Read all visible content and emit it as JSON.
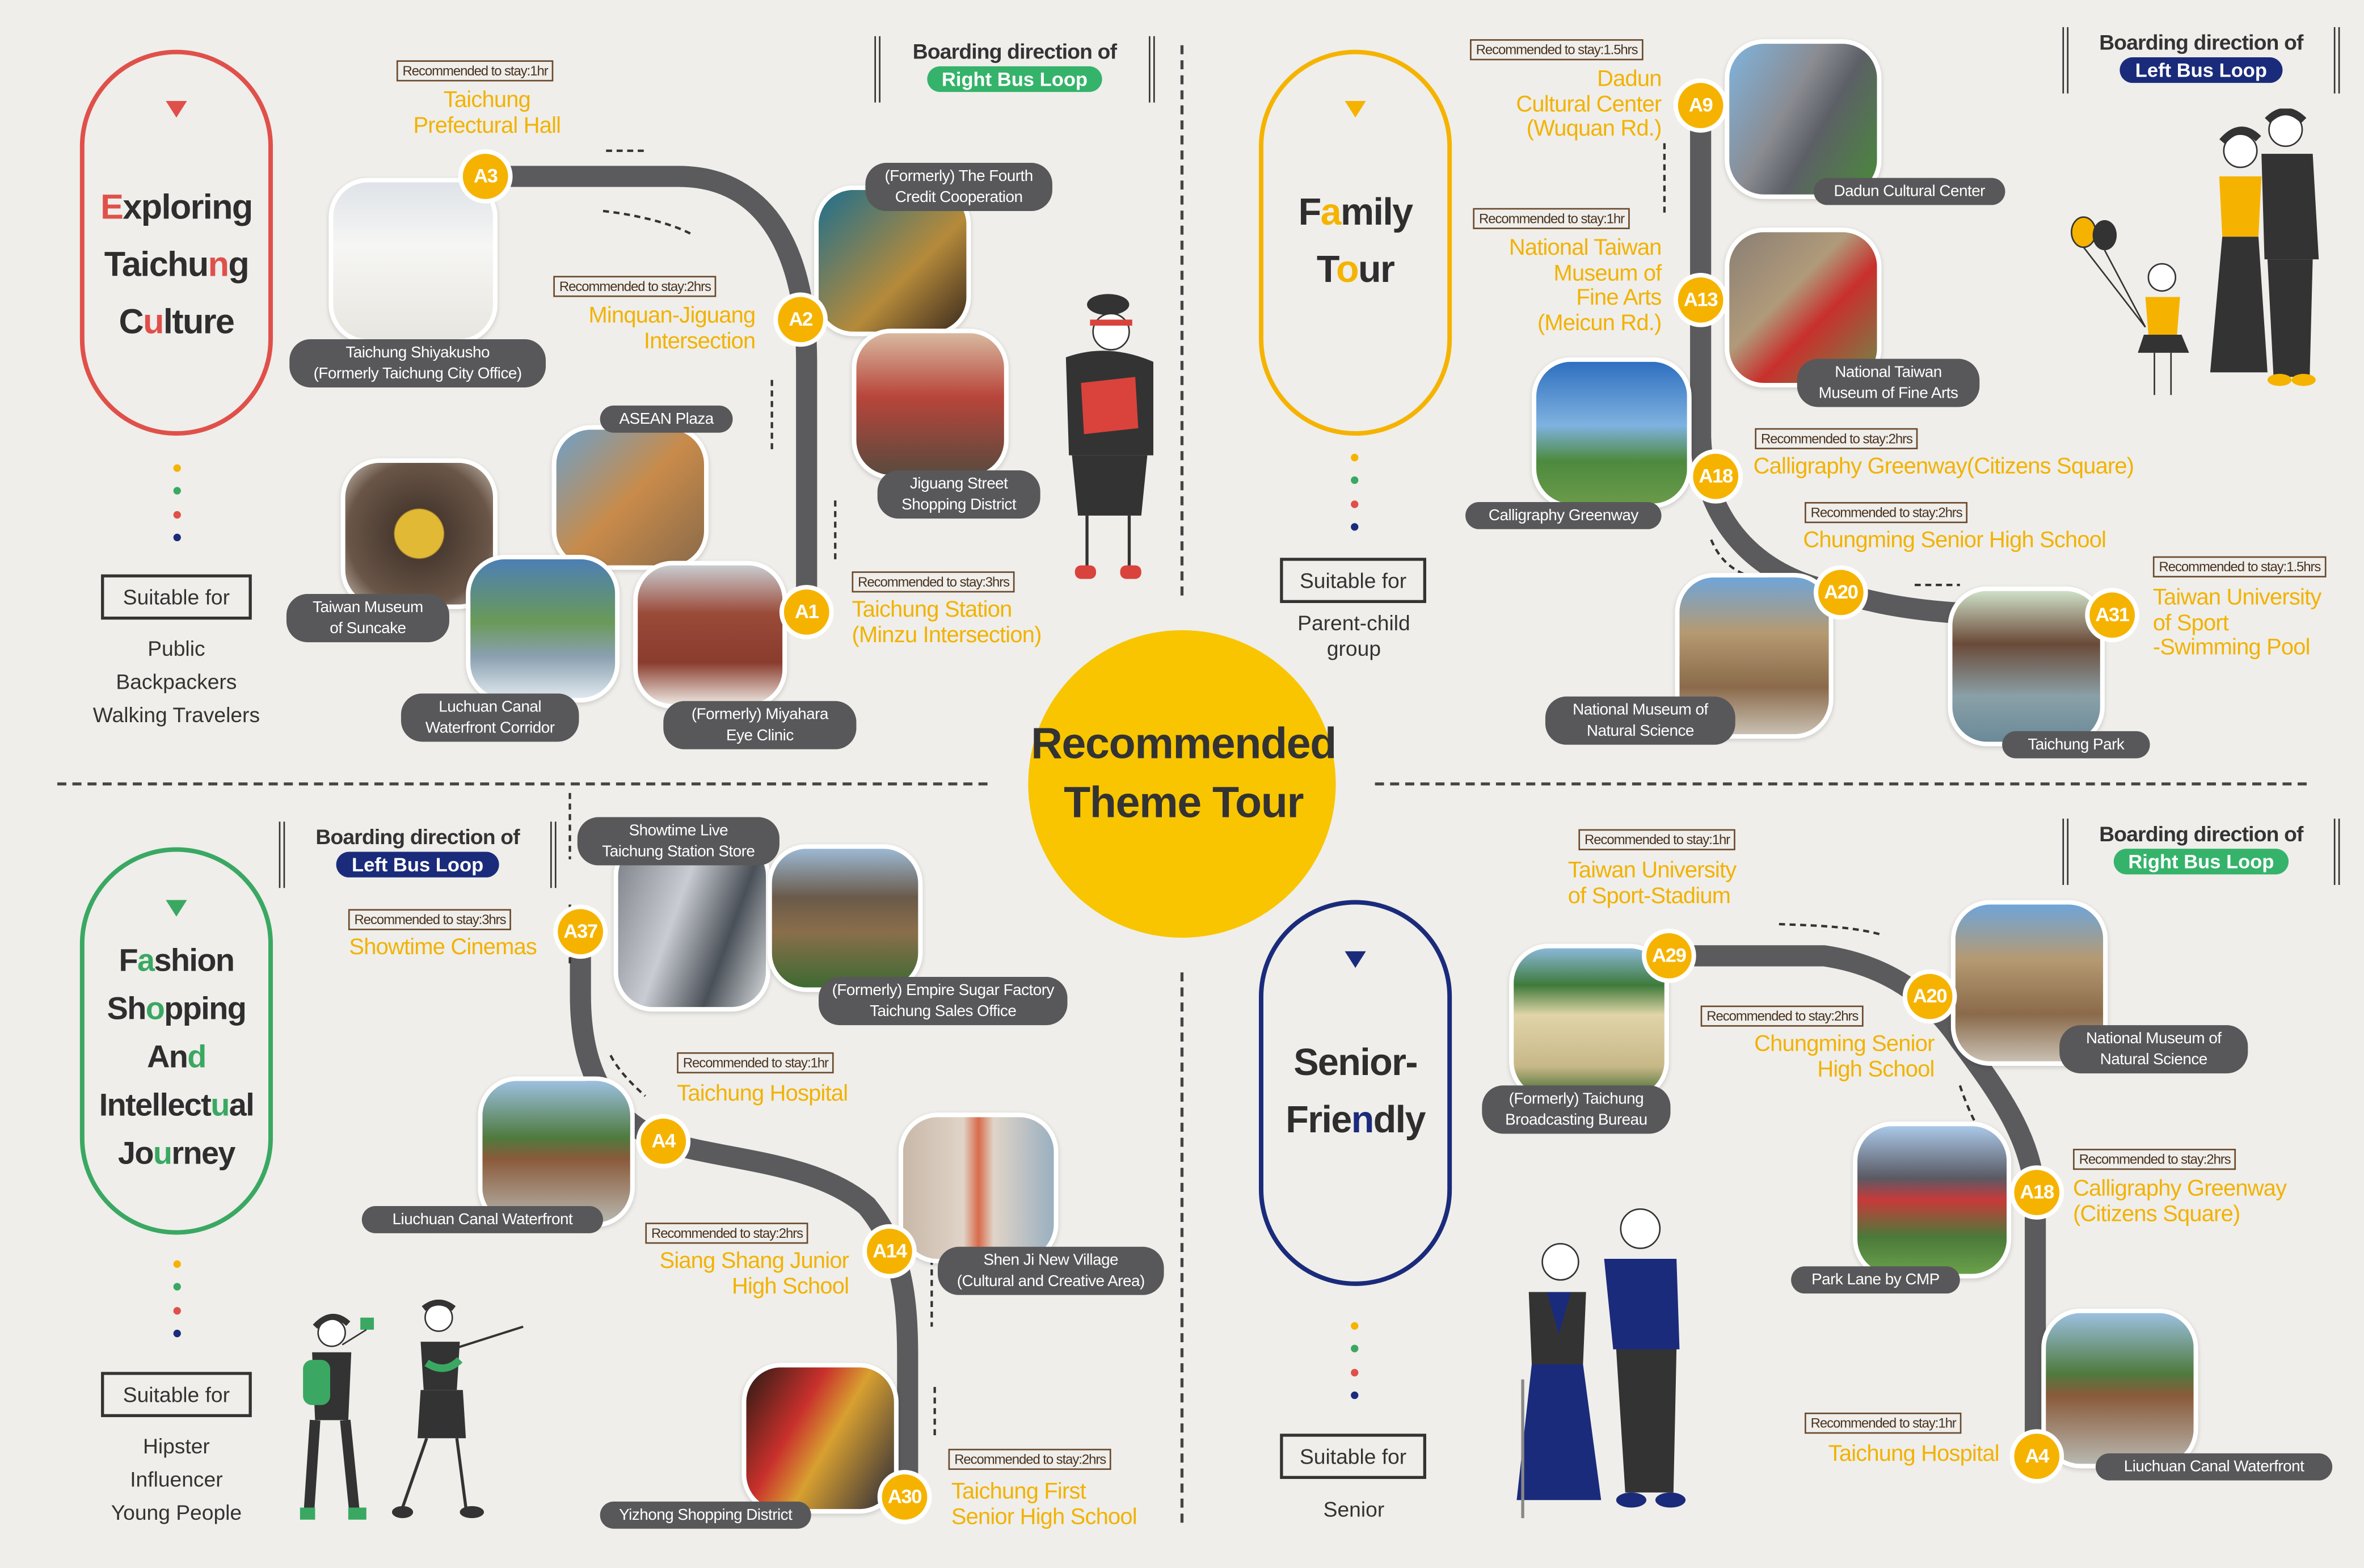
{
  "colors": {
    "yellow": "#f5b300",
    "center": "#f8c500",
    "red": "#e0504a",
    "green": "#3aa862",
    "navy": "#1b2b7b",
    "route": "#5b5b5d",
    "pill_label_green": "#35b36a"
  },
  "center": {
    "line1": "Recommended",
    "line2": "Theme Tour"
  },
  "tours": [
    {
      "title_lines": [
        [
          "",
          "E",
          "xploring"
        ],
        [
          "Taichu",
          "n",
          "g"
        ],
        [
          "C",
          "u",
          "lture"
        ]
      ],
      "suitable_label": "Suitable for",
      "audience": "Public\nBackpackers\nWalking Travelers",
      "boarding": {
        "label": "Boarding direction of",
        "loop": "Right Bus Loop"
      },
      "stops": [
        {
          "code": "A3",
          "name": "Taichung\nPrefectural Hall",
          "stay": "Recommended to stay:1hr"
        },
        {
          "code": "A2",
          "name": "Minquan-Jiguang\nIntersection",
          "stay": "Recommended to stay:2hrs"
        },
        {
          "code": "A1",
          "name": "Taichung Station\n(Minzu Intersection)",
          "stay": "Recommended to stay:3hrs"
        }
      ],
      "photos": [
        "Taichung Shiyakusho\n(Formerly Taichung City Office)",
        "(Formerly) The Fourth\nCredit Cooperation",
        "Jiguang Street\nShopping District",
        "ASEAN Plaza",
        "Taiwan Museum\nof Suncake",
        "Luchuan Canal\nWaterfront Corridor",
        "(Formerly) Miyahara\nEye Clinic"
      ]
    },
    {
      "title_lines": [
        [
          "F",
          "a",
          "mily"
        ],
        [
          "T",
          "o",
          "ur"
        ]
      ],
      "suitable_label": "Suitable for",
      "audience": "Parent-child\ngroup",
      "boarding": {
        "label": "Boarding direction of",
        "loop": "Left Bus Loop"
      },
      "stops": [
        {
          "code": "A9",
          "name": "Dadun\nCultural Center\n(Wuquan Rd.)",
          "stay": "Recommended to stay:1.5hrs"
        },
        {
          "code": "A13",
          "name": "National Taiwan\nMuseum of\nFine Arts\n(Meicun Rd.)",
          "stay": "Recommended to stay:1hr"
        },
        {
          "code": "A18",
          "name": "Calligraphy Greenway(Citizens Square)",
          "stay": "Recommended to stay:2hrs"
        },
        {
          "code": "A20",
          "name": "Chungming Senior High School",
          "stay": "Recommended to stay:2hrs"
        },
        {
          "code": "A31",
          "name": "Taiwan University\nof Sport\n-Swimming Pool",
          "stay": "Recommended to stay:1.5hrs"
        }
      ],
      "photos": [
        "Dadun Cultural Center",
        "National Taiwan\nMuseum of Fine Arts",
        "Calligraphy Greenway",
        "National Museum of\nNatural Science",
        "Taichung Park"
      ]
    },
    {
      "title_lines": [
        [
          "F",
          "a",
          "shion"
        ],
        [
          "Sh",
          "o",
          "pping"
        ],
        [
          "An",
          "d",
          ""
        ],
        [
          "Intellect",
          "u",
          "al"
        ],
        [
          "Jo",
          "u",
          "rney"
        ]
      ],
      "suitable_label": "Suitable for",
      "audience": "Hipster\nInfluencer\nYoung People",
      "boarding": {
        "label": "Boarding direction of",
        "loop": "Left Bus Loop"
      },
      "stops": [
        {
          "code": "A37",
          "name": "Showtime Cinemas",
          "stay": "Recommended to stay:3hrs"
        },
        {
          "code": "A4",
          "name": "Taichung Hospital",
          "stay": "Recommended to stay:1hr"
        },
        {
          "code": "A14",
          "name": "Siang Shang Junior\nHigh School",
          "stay": "Recommended to stay:2hrs"
        },
        {
          "code": "A30",
          "name": "Taichung First\nSenior High School",
          "stay": "Recommended to stay:2hrs"
        }
      ],
      "photos": [
        "Showtime Live\nTaichung Station Store",
        "(Formerly) Empire Sugar Factory\nTaichung Sales Office",
        "Liuchuan Canal Waterfront",
        "Shen Ji New Village\n(Cultural and Creative Area)",
        "Yizhong Shopping District"
      ]
    },
    {
      "title_lines": [
        [
          "Senior-",
          "",
          ""
        ],
        [
          "Frie",
          "n",
          "dly"
        ]
      ],
      "suitable_label": "Suitable for",
      "audience": "Senior",
      "boarding": {
        "label": "Boarding direction of",
        "loop": "Right Bus Loop"
      },
      "stops": [
        {
          "code": "A29",
          "name": "Taiwan University\nof Sport-Stadium",
          "stay": "Recommended to stay:1hr"
        },
        {
          "code": "A20",
          "name": "Chungming Senior\nHigh School",
          "stay": "Recommended to stay:2hrs"
        },
        {
          "code": "A18",
          "name": "Calligraphy Greenway\n(Citizens Square)",
          "stay": "Recommended to stay:2hrs"
        },
        {
          "code": "A4",
          "name": "Taichung Hospital",
          "stay": "Recommended to stay:1hr"
        }
      ],
      "photos": [
        "(Formerly) Taichung\nBroadcasting Bureau",
        "National Museum of\nNatural Science",
        "Park Lane by CMP",
        "Liuchuan Canal Waterfront"
      ]
    }
  ]
}
